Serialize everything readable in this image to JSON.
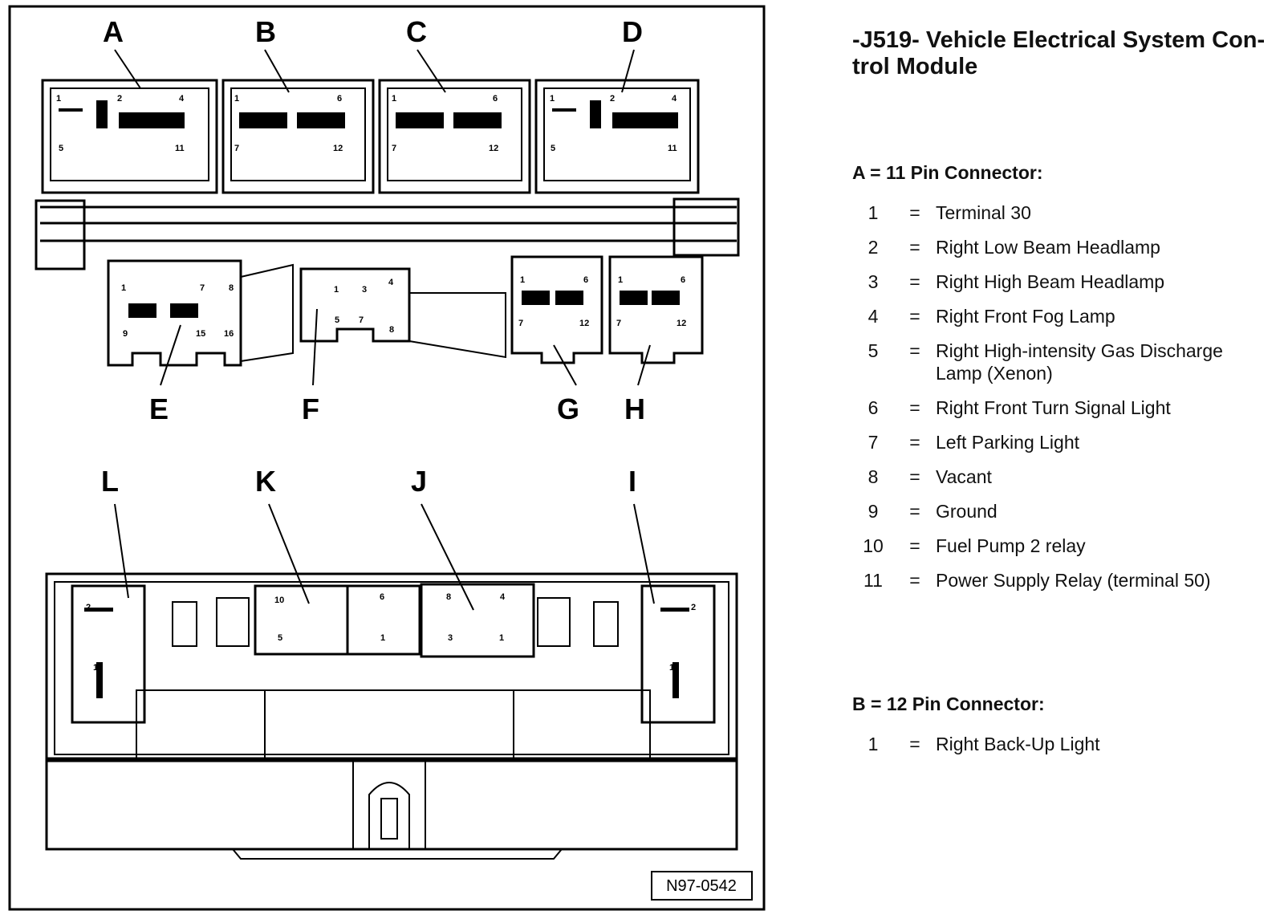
{
  "diagram": {
    "figure_id": "N97-0542",
    "top_labels": [
      "A",
      "B",
      "C",
      "D"
    ],
    "bottom_callouts": [
      "E",
      "F",
      "G",
      "H"
    ],
    "lower_labels": [
      "L",
      "K",
      "J",
      "I"
    ],
    "pin_numbers": {
      "A": [
        "1",
        "2",
        "4",
        "5",
        "11"
      ],
      "B": [
        "1",
        "6",
        "7",
        "12"
      ],
      "C": [
        "1",
        "6",
        "7",
        "12"
      ],
      "D": [
        "1",
        "2",
        "4",
        "5",
        "11"
      ],
      "E": [
        "1",
        "7",
        "8",
        "9",
        "15",
        "16"
      ],
      "F": [
        "1",
        "3",
        "4",
        "5",
        "7",
        "8"
      ],
      "G": [
        "1",
        "6",
        "7",
        "12"
      ],
      "H": [
        "1",
        "6",
        "7",
        "12"
      ],
      "K": [
        "10",
        "6",
        "5",
        "1"
      ],
      "J": [
        "8",
        "4",
        "3",
        "1"
      ],
      "L": [
        "2",
        "1"
      ],
      "I": [
        "2",
        "1"
      ]
    }
  },
  "legend": {
    "title": "-J519- Vehicle Electrical System Con-trol Module",
    "section_a": {
      "title": "A = 11 Pin Connector:",
      "rows": [
        {
          "num": "1",
          "eq": "=",
          "desc": "Terminal 30"
        },
        {
          "num": "2",
          "eq": "=",
          "desc": "Right Low Beam Headlamp"
        },
        {
          "num": "3",
          "eq": "=",
          "desc": "Right High Beam Headlamp"
        },
        {
          "num": "4",
          "eq": "=",
          "desc": "Right Front Fog Lamp"
        },
        {
          "num": "5",
          "eq": "=",
          "desc": "Right High-intensity Gas Discharge Lamp (Xenon)"
        },
        {
          "num": "6",
          "eq": "=",
          "desc": "Right Front Turn Signal Light"
        },
        {
          "num": "7",
          "eq": "=",
          "desc": "Left Parking Light"
        },
        {
          "num": "8",
          "eq": "=",
          "desc": "Vacant"
        },
        {
          "num": "9",
          "eq": "=",
          "desc": "Ground"
        },
        {
          "num": "10",
          "eq": "=",
          "desc": "Fuel Pump 2 relay"
        },
        {
          "num": "11",
          "eq": "=",
          "desc": "Power Supply Relay (terminal 50)"
        }
      ]
    },
    "section_b": {
      "title": "B = 12 Pin Connector:",
      "rows": [
        {
          "num": "1",
          "eq": "=",
          "desc": "Right Back-Up Light"
        }
      ]
    }
  }
}
